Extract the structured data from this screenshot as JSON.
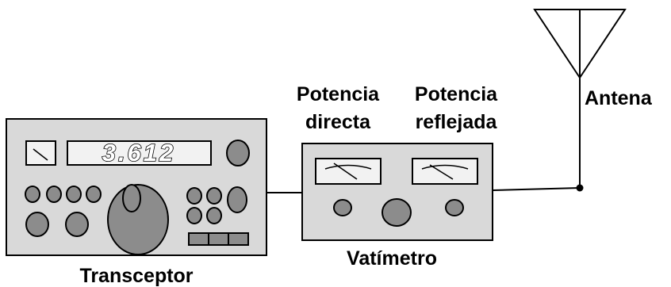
{
  "labels": {
    "transceptor": "Transceptor",
    "vatimetro": "Vatímetro",
    "potencia_directa_line1": "Potencia",
    "potencia_directa_line2": "directa",
    "potencia_reflejada_line1": "Potencia",
    "potencia_reflejada_line2": "reflejada",
    "antena": "Antena"
  },
  "transceiver": {
    "frequency_display": "3.612"
  },
  "colors": {
    "panel": "#d9d9d9",
    "knob": "#8c8c8c",
    "meter_face": "#f2f2f2",
    "line": "#000000"
  }
}
